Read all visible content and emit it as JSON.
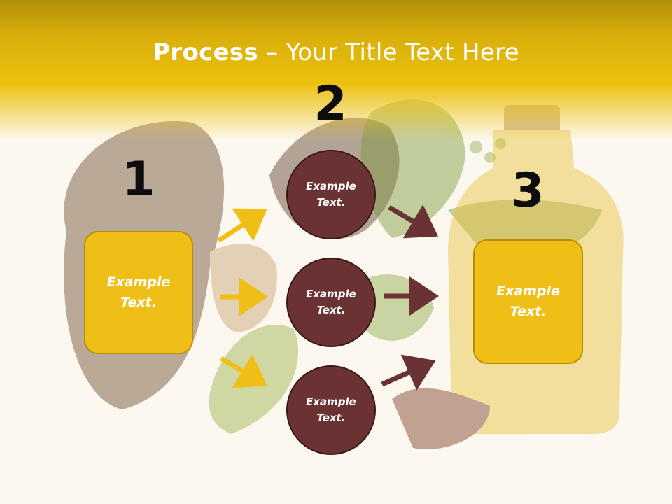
{
  "slide": {
    "title_bold": "Process",
    "title_rest": " – Your Title Text Here",
    "steps": [
      {
        "number": "1",
        "boxes": [
          {
            "text": "Example Text."
          }
        ]
      },
      {
        "number": "2",
        "boxes": [
          {
            "text": "Example Text."
          },
          {
            "text": "Example Text."
          },
          {
            "text": "Example Text."
          }
        ]
      },
      {
        "number": "3",
        "boxes": [
          {
            "text": "Example Text."
          }
        ]
      }
    ]
  },
  "colors": {
    "header_yellow": "#ecc10f",
    "box_yellow": "#f0bf17",
    "circle_brown": "#6a3232",
    "arrow_yellow": "#f0bf17",
    "arrow_brown": "#6a3232",
    "number_text": "#0d0d0d"
  },
  "background": {
    "description_icons": [
      "mushroom-illustration",
      "leaf-illustration",
      "oil-bottle-illustration"
    ]
  }
}
